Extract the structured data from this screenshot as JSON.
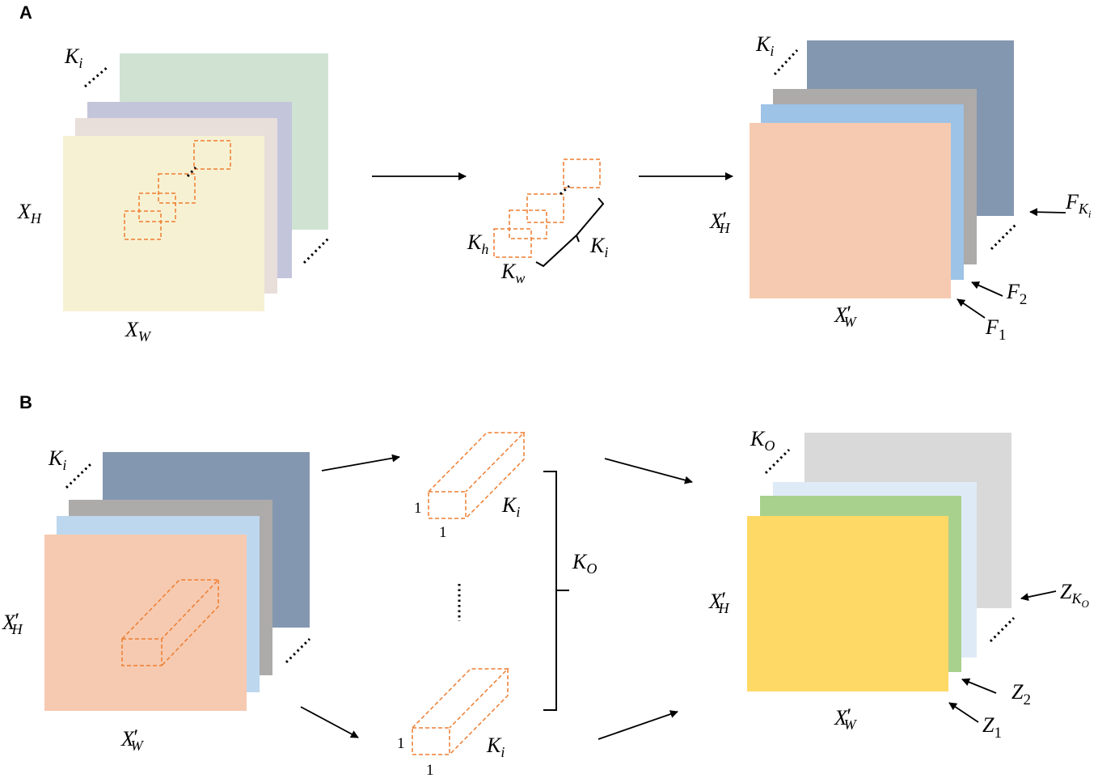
{
  "panels": {
    "a": {
      "label": "A"
    },
    "b": {
      "label": "B"
    }
  },
  "labels": {
    "K": "K",
    "X": "X",
    "F": "F",
    "Z": "Z",
    "i": "i",
    "h": "h",
    "w": "w",
    "o": "O",
    "H": "H",
    "W": "W",
    "prime": "′",
    "one": "1",
    "two": "2",
    "ones": "1"
  },
  "colors": {
    "green_layer": "#D0E3D2",
    "lavender_layer": "#C3C5DB",
    "pink_layer": "#E8DEDA",
    "yellow_layer": "#F7F1D3",
    "slate_layer": "#8497B0",
    "gray_layer": "#ADAAAA",
    "blue_layer": "#9DC3E6",
    "peach_layer": "#F6CAB0",
    "lightblue_layer": "#BDD7EE",
    "lightgray_layer": "#D9D9D9",
    "paleblue_layer": "#DEEBF7",
    "green2_layer": "#A9D18E",
    "gold_layer": "#FFD966",
    "dashed": "#ED7D31"
  }
}
